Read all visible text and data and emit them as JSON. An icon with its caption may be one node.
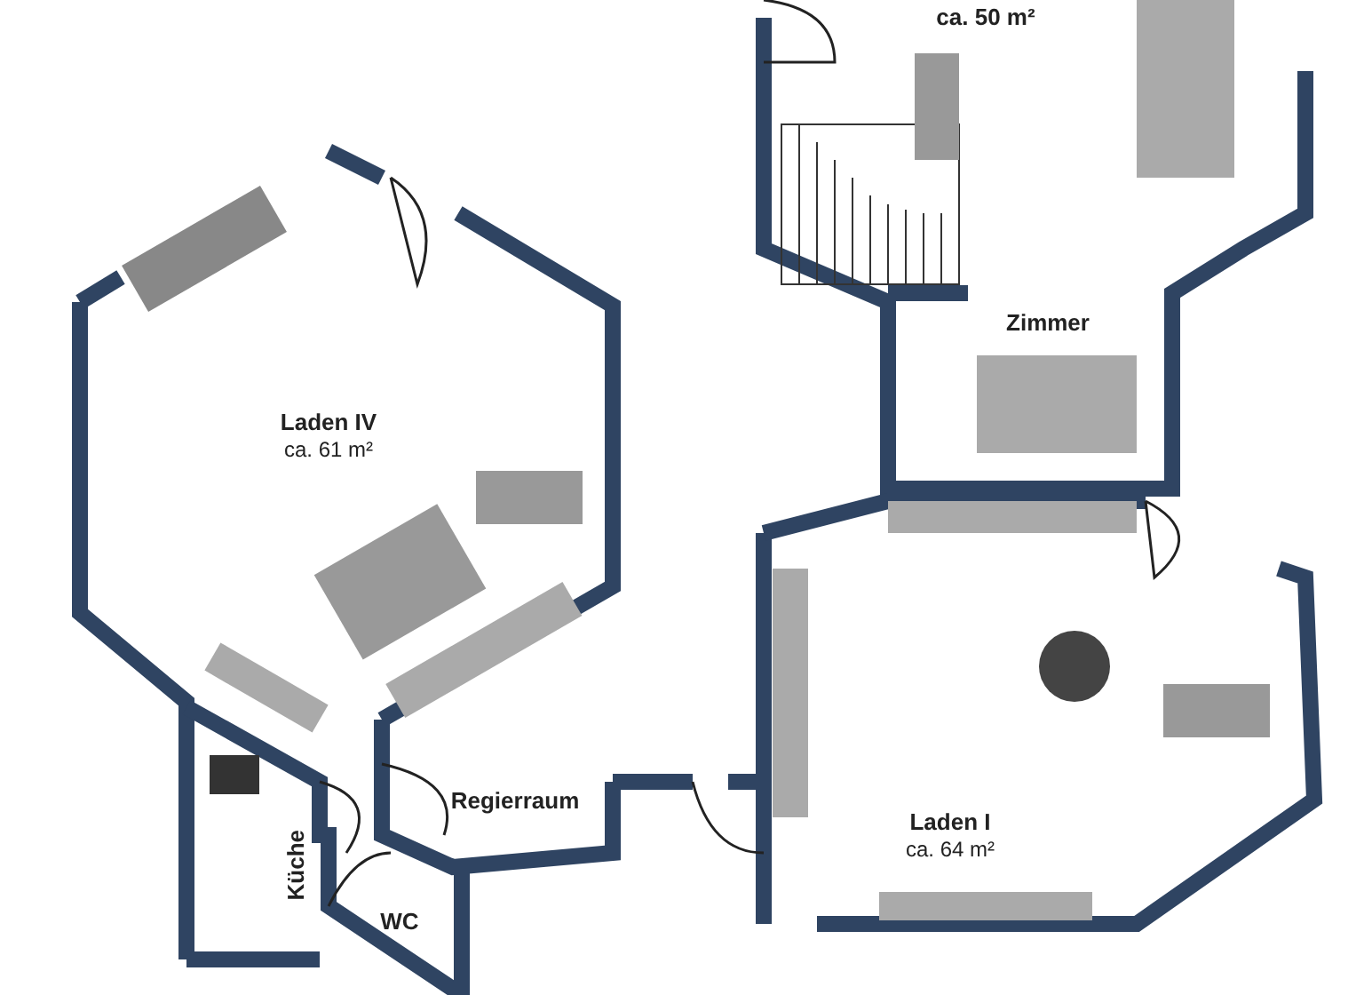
{
  "diagram": {
    "nodes": [
      {
        "text": [
          "ca. 50 m²"
        ]
      },
      {
        "text": [
          "Zimmer"
        ]
      },
      {
        "text": [
          "Laden IV",
          "ca. 61 m²"
        ]
      },
      {
        "text": [
          "Regierraum"
        ]
      },
      {
        "text": [
          "Küche"
        ]
      },
      {
        "text": [
          "WC"
        ]
      },
      {
        "text": [
          "Laden I",
          "ca. 64 m²"
        ]
      }
    ]
  }
}
